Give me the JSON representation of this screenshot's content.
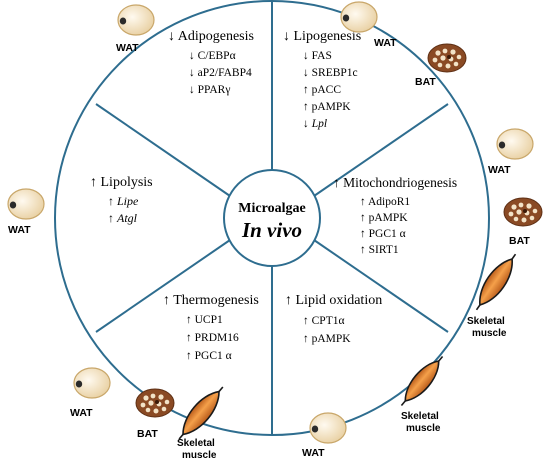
{
  "center": {
    "title": "Microalgae",
    "subtitle": "In vivo"
  },
  "sections": {
    "adipogenesis": {
      "header": "↓  Adipogenesis",
      "items": [
        "↓ C/EBPα",
        "↓ aP2/FABP4",
        "↓ PPARγ"
      ]
    },
    "lipogenesis": {
      "header": "↓  Lipogenesis",
      "items": [
        "↓ FAS",
        "↓ SREBP1c",
        "↑ pACC",
        "↑ pAMPK"
      ],
      "italic_item": {
        "arrow": "↓",
        "text": "Lpl"
      }
    },
    "lipolysis": {
      "header": "↑  Lipolysis",
      "items": [
        {
          "arrow": "↑",
          "text": "Lipe"
        },
        {
          "arrow": "↑",
          "text": "Atgl"
        }
      ]
    },
    "mitochondriogenesis": {
      "header": "↑  Mitochondriogenesis",
      "items": [
        "↑ AdipoR1",
        "↑ pAMPK",
        "↑ PGC1 α",
        "↑ SIRT1"
      ]
    },
    "thermogenesis": {
      "header": "↑  Thermogenesis",
      "items": [
        "↑ UCP1",
        "↑ PRDM16",
        "↑ PGC1 α"
      ]
    },
    "lipid_oxidation": {
      "header": "↑  Lipid oxidation",
      "items": [
        "↑ CPT1α",
        "↑ pAMPK"
      ]
    }
  },
  "tissue_labels": {
    "wat": "WAT",
    "bat": "BAT",
    "skeletal_line1": "Skeletal",
    "skeletal_line2": "muscle"
  },
  "colors": {
    "outline": "#2e6d8f",
    "wat_fill": "#f6e8cf",
    "wat_stroke": "#c9a76a",
    "bat_fill": "#8a4a24",
    "bat_dots": "#f3e3c7",
    "muscle_fill": "#e07a2a"
  }
}
